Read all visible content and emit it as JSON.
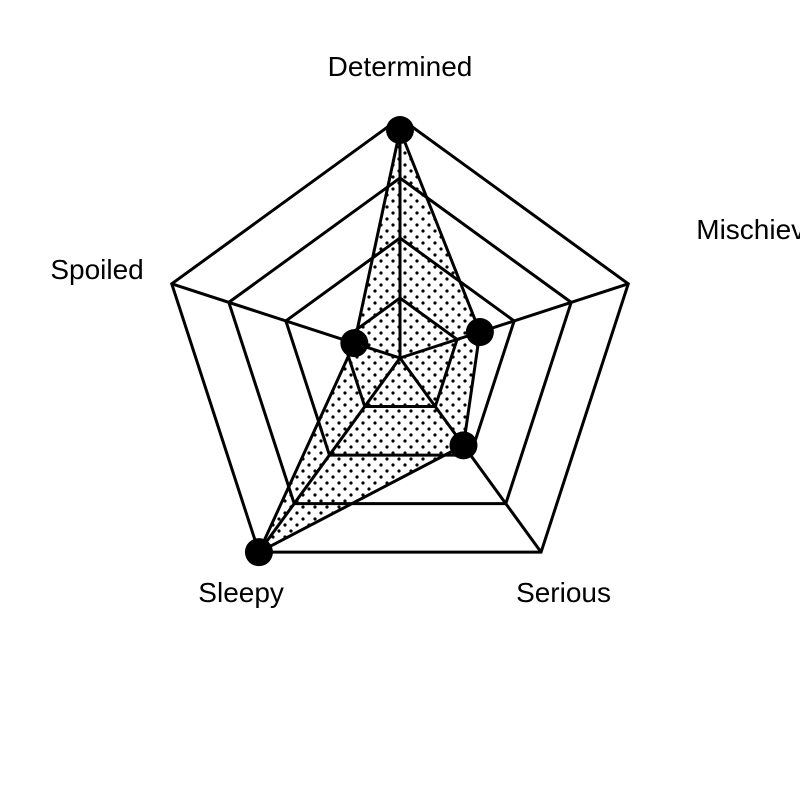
{
  "chart_data": {
    "type": "radar",
    "axes": [
      "Determined",
      "Mischievous",
      "Serious",
      "Sleepy",
      "Spoiled"
    ],
    "values": [
      0.95,
      0.35,
      0.45,
      1.0,
      0.2
    ],
    "range": [
      0,
      1
    ],
    "grid_levels": [
      0.25,
      0.5,
      0.75,
      1.0
    ],
    "fill_pattern": "dots",
    "colors": {
      "line": "#000000",
      "background": "#ffffff"
    }
  }
}
